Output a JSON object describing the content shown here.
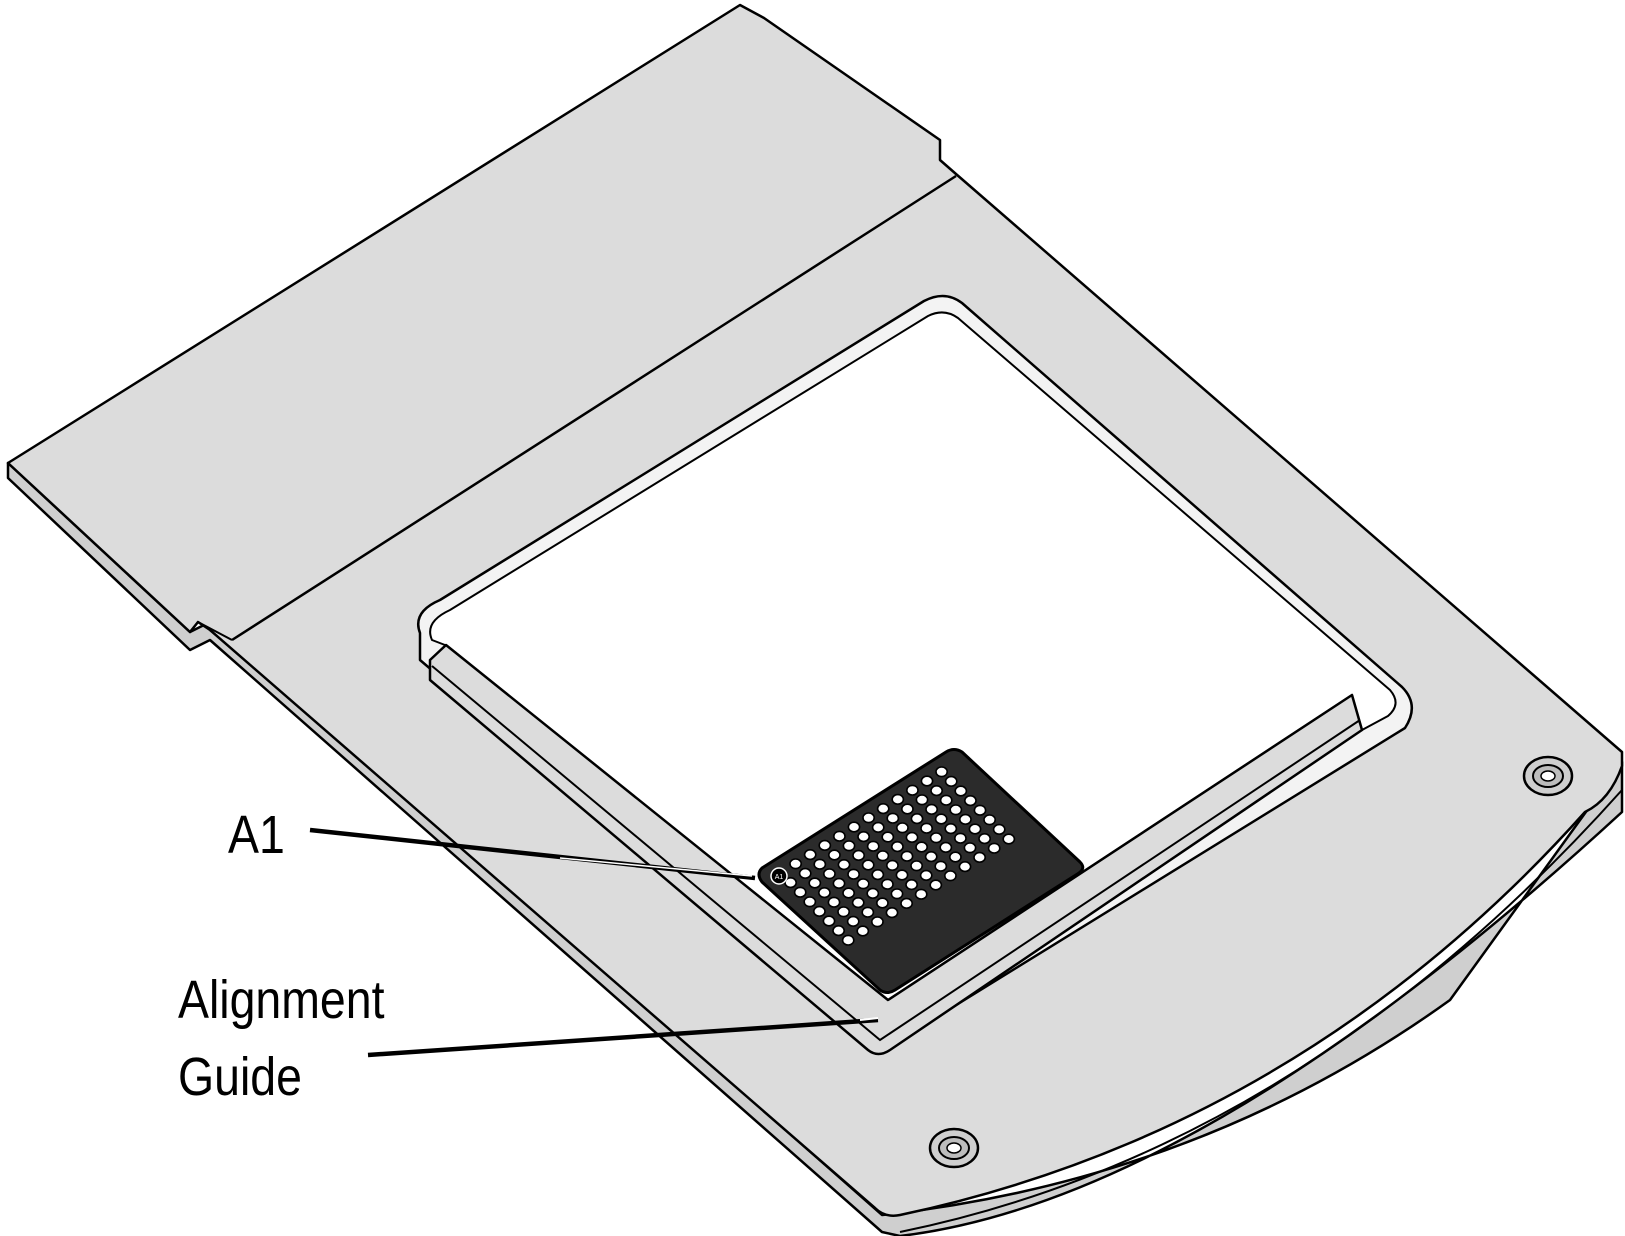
{
  "labels": {
    "a1": "A1",
    "alignment_guide_line1": "Alignment",
    "alignment_guide_line2": "Guide",
    "well_marker": "A1"
  },
  "plate": {
    "rows": 8,
    "columns": 12
  },
  "colors": {
    "tray_fill": "#dcdcdc",
    "outline": "#000000",
    "background": "#ffffff"
  }
}
